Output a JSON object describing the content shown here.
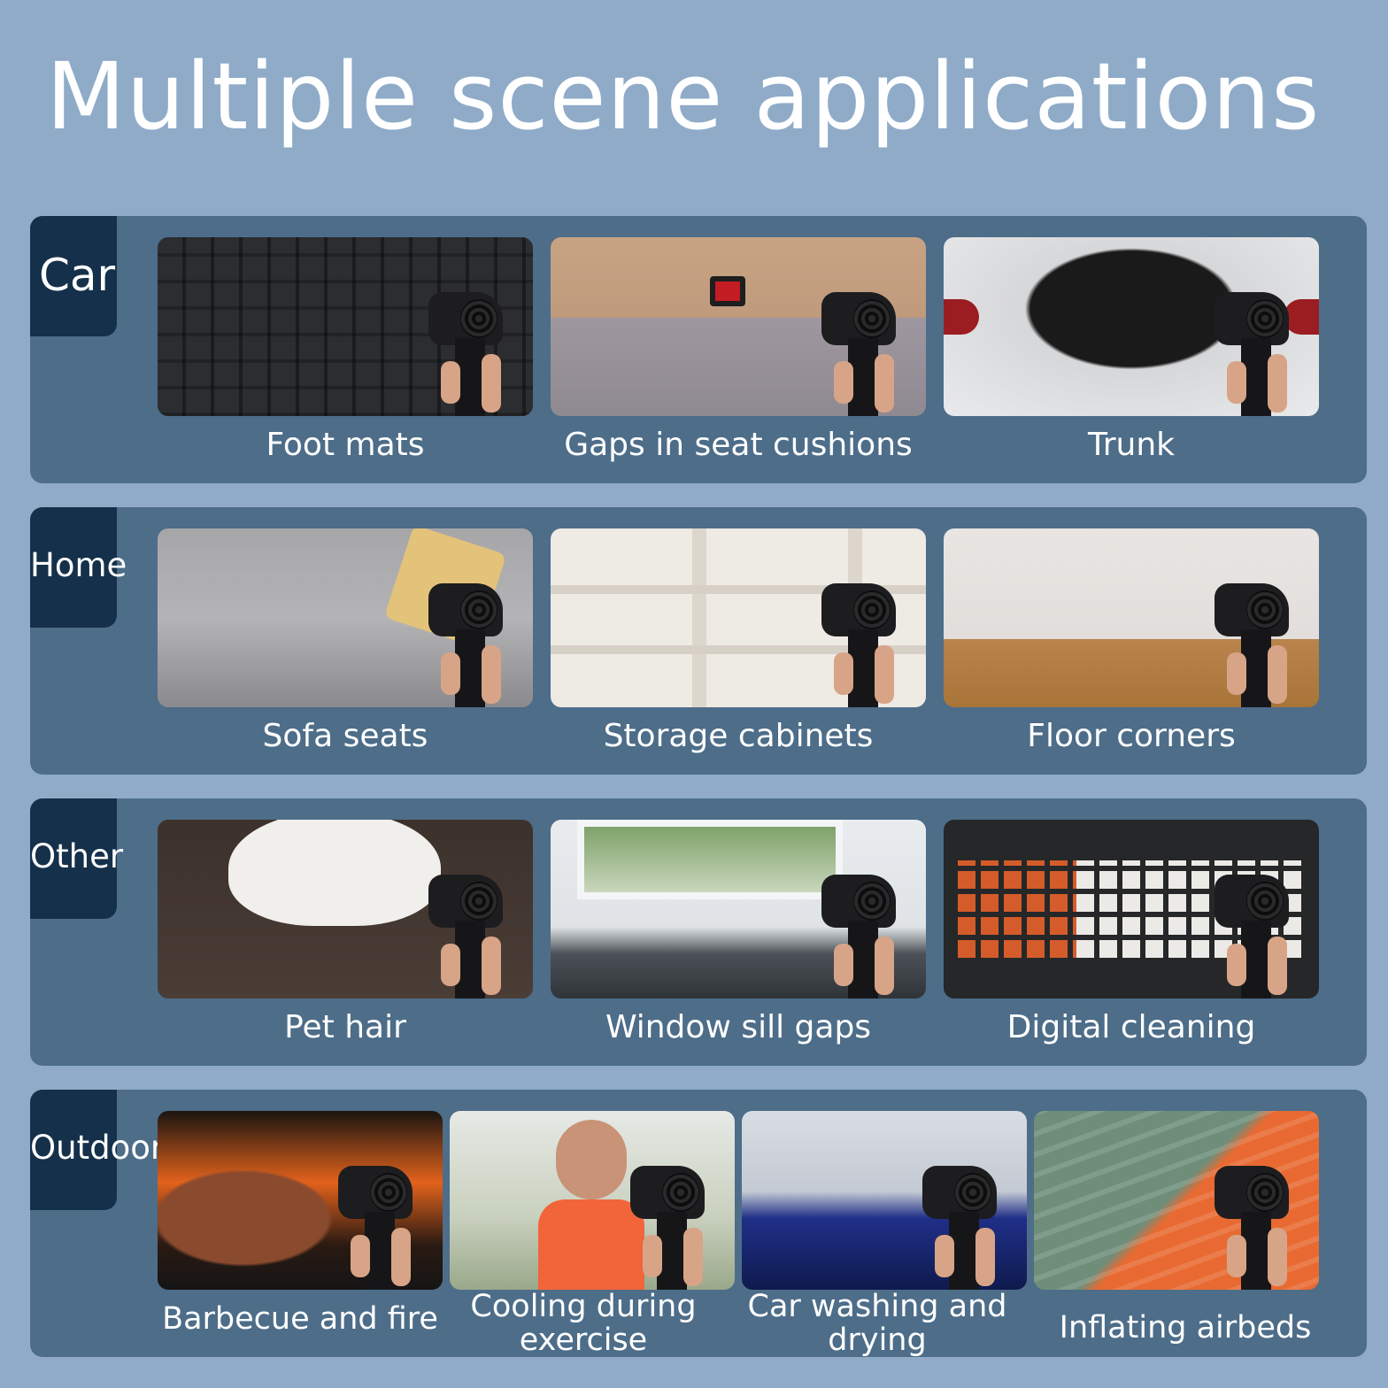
{
  "title": "Multiple scene applications",
  "sections": [
    {
      "label": "Car",
      "items": [
        "Foot mats",
        "Gaps in seat cushions",
        "Trunk"
      ]
    },
    {
      "label": "Home",
      "items": [
        "Sofa seats",
        "Storage cabinets",
        "Floor corners"
      ]
    },
    {
      "label": "Other",
      "items": [
        "Pet hair",
        "Window sill gaps",
        "Digital cleaning"
      ]
    },
    {
      "label": "Outdoor",
      "items": [
        "Barbecue and fire",
        "Cooling during exercise",
        "Car washing and drying",
        "Inflating airbeds"
      ]
    }
  ]
}
